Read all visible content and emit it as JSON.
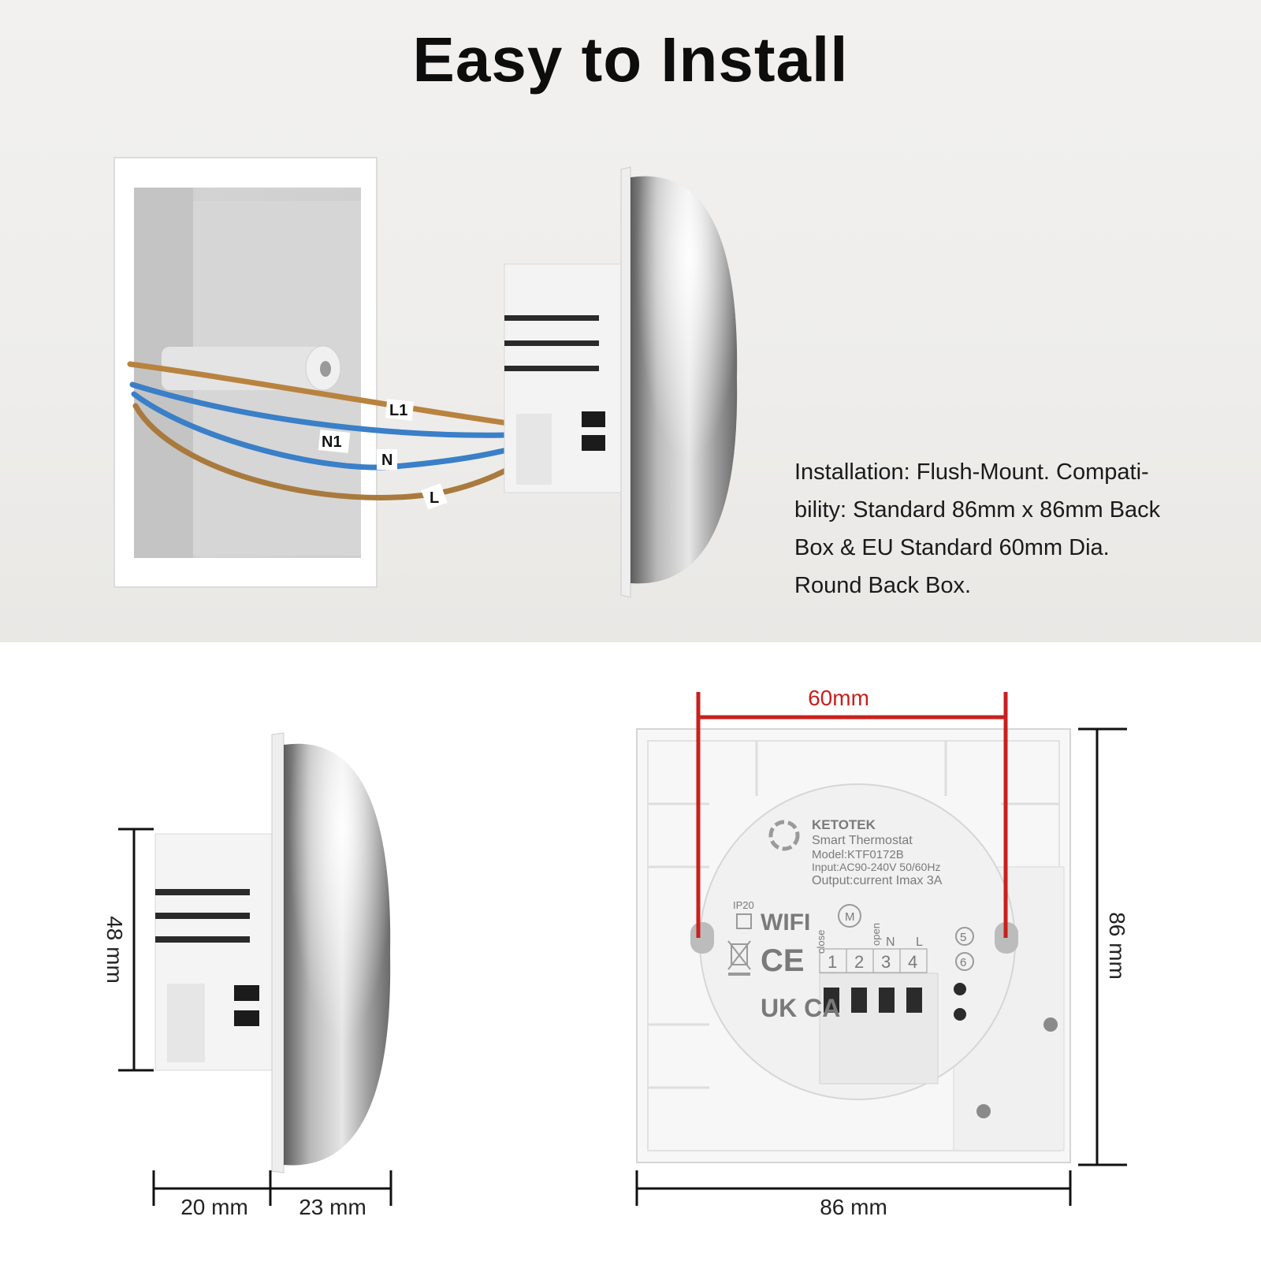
{
  "title": "Easy to Install",
  "installation_lines": [
    "Installation: Flush-Mount. Compati-",
    "bility: Standard 86mm x 86mm Back",
    "Box & EU Standard 60mm Dia.",
    "Round Back Box."
  ],
  "wire_labels": {
    "l1": "L1",
    "n1": "N1",
    "n": "N",
    "l": "L"
  },
  "side_view": {
    "height": "48 mm",
    "depth_back": "20 mm",
    "depth_front": "23 mm"
  },
  "back_view": {
    "hole_spacing": "60mm",
    "width": "86 mm",
    "height": "86 mm",
    "brand": "KETOTEK",
    "product": "Smart Thermostat",
    "model": "Model:KTF0172B",
    "input": "Input:AC90-240V 50/60Hz",
    "output": "Output:current Imax 3A",
    "ip": "IP20",
    "wifi": "WIFI",
    "close": "close",
    "open": "open",
    "motor": "M",
    "terminal_n": "N",
    "terminal_l": "L",
    "terminals": [
      "1",
      "2",
      "3",
      "4"
    ],
    "aux_terminals": [
      "5",
      "6"
    ],
    "ce": "CE",
    "ukca": "UK CA"
  },
  "colors": {
    "dimension_red": "#c8201e",
    "wire_brown": "#b8833f",
    "wire_blue": "#3a7fc8",
    "chrome": "#9a9a9a"
  }
}
